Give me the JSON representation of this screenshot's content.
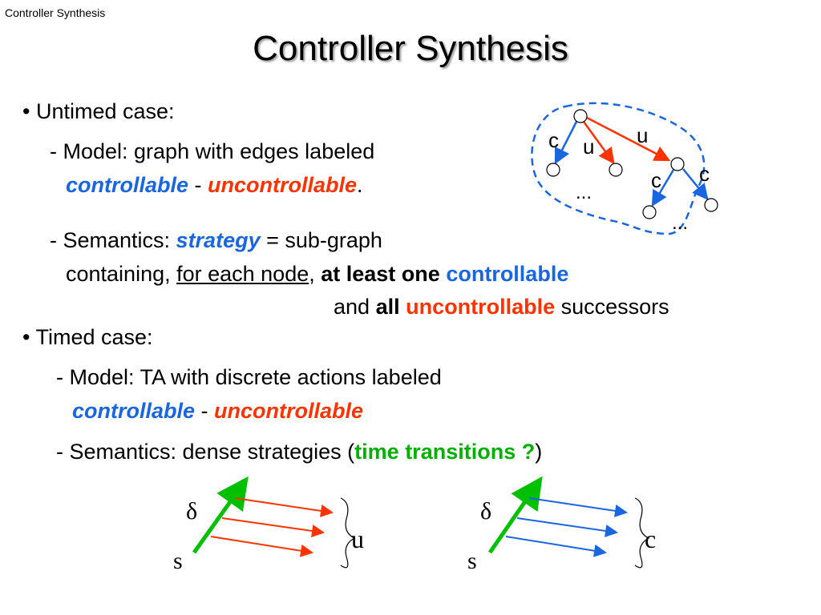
{
  "header": {
    "label": "Controller Synthesis"
  },
  "title": "Controller Synthesis",
  "untimed": {
    "bullet": "• Untimed case:",
    "model_line1": "- Model: graph with edges labeled",
    "controllable": "controllable",
    "dash": " - ",
    "uncontrollable": "uncontrollable",
    "period": ".",
    "sem_prefix": "- Semantics: ",
    "strategy": "strategy",
    "sem_suffix": " = sub-graph",
    "containing": "containing, ",
    "for_each_node": "for each node",
    "comma": ", ",
    "at_least_one": "at least one",
    "controllable2": " controllable",
    "and": "and ",
    "all": "all",
    "uncontrollable2": " uncontrollable",
    "successors": " successors"
  },
  "timed": {
    "bullet": "• Timed case:",
    "model_line1": "- Model: TA with discrete actions labeled",
    "controllable": "controllable",
    "dash": " - ",
    "uncontrollable": "uncontrollable",
    "sem_prefix": "- Semantics: dense strategies (",
    "time_transitions": "time transitions ?",
    "sem_suffix": ")"
  },
  "graph": {
    "labels": {
      "c1": "c",
      "u1": "u",
      "u2": "u",
      "c2": "c",
      "c3": "c",
      "dots1": "...",
      "dots2": "..."
    }
  },
  "diagram_left": {
    "delta": "δ",
    "s": "s",
    "label": "u"
  },
  "diagram_right": {
    "delta": "δ",
    "s": "s",
    "label": "c"
  },
  "colors": {
    "controllable": "#1a66e0",
    "uncontrollable": "#ff3300",
    "time": "#00b000",
    "dashed": "#1a66e0"
  }
}
